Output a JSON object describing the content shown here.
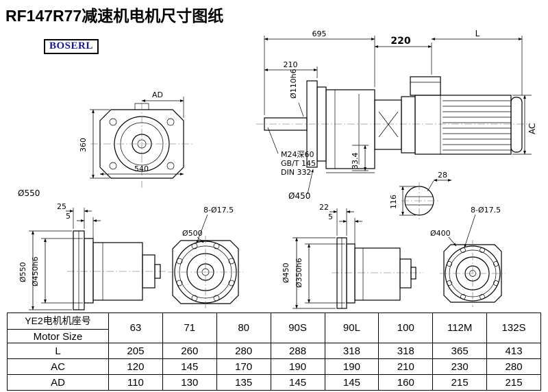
{
  "title": "RF147R77减速机电机尺寸图纸",
  "brand": "BOSERL",
  "views": {
    "front_left": {
      "ad": "AD",
      "h360": "360",
      "w540": "540",
      "d550": "Ø550"
    },
    "side_main": {
      "len695": "695",
      "len210": "210",
      "shaft": "Ø110h6",
      "note1": "M24深60",
      "note2": "GB/T 145",
      "note3": "DIN 332",
      "key334": "33.4",
      "d450": "Ø450"
    },
    "motor": {
      "len220": "220",
      "lenL": "L",
      "ac": "AC"
    },
    "shaft_end": {
      "w28": "28",
      "h116": "116"
    },
    "bottom1": {
      "t25": "25",
      "t5": "5",
      "d550": "Ø550",
      "d450h6": "Ø450h6"
    },
    "bottom2": {
      "holes": "8-Ø17.5",
      "d500": "Ø500"
    },
    "bottom3": {
      "t22": "22",
      "t5": "5",
      "d450": "Ø450",
      "d350h6": "Ø350h6"
    },
    "bottom4": {
      "holes": "8-Ø17.5",
      "d400": "Ø400"
    }
  },
  "table": {
    "header_cn": "YE2电机机座号",
    "header_en": "Motor Size",
    "sizes": [
      "63",
      "71",
      "80",
      "90S",
      "90L",
      "100",
      "112M",
      "132S"
    ],
    "rows": [
      {
        "label": "L",
        "values": [
          "205",
          "260",
          "280",
          "288",
          "318",
          "318",
          "365",
          "413"
        ]
      },
      {
        "label": "AC",
        "values": [
          "120",
          "145",
          "170",
          "190",
          "190",
          "210",
          "230",
          "280"
        ]
      },
      {
        "label": "AD",
        "values": [
          "110",
          "130",
          "135",
          "145",
          "145",
          "160",
          "215",
          "215"
        ]
      }
    ]
  }
}
